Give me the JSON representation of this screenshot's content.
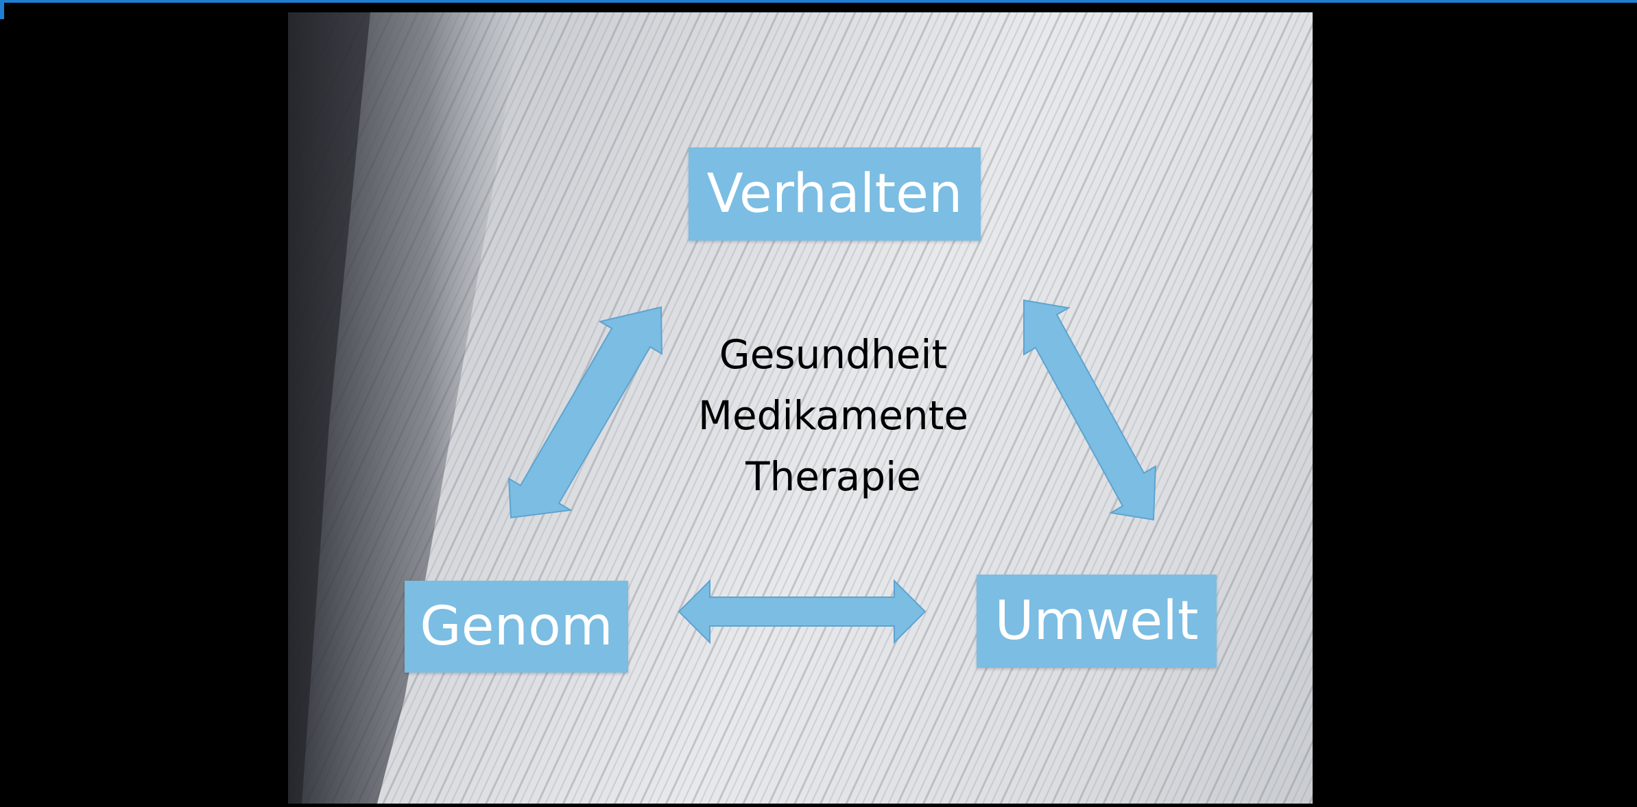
{
  "slide": {
    "nodes": {
      "top": "Verhalten",
      "left": "Genom",
      "right": "Umwelt"
    },
    "center_lines": [
      "Gesundheit",
      "Medikamente",
      "Therapie"
    ]
  },
  "colors": {
    "box_fill": "#7bbde3",
    "arrow_fill": "#7bbde3",
    "arrow_stroke": "#5fa3cf",
    "box_text": "#ffffff",
    "center_text": "#000000",
    "background_outside": "#000000",
    "top_bar": "#1f7fd4"
  }
}
